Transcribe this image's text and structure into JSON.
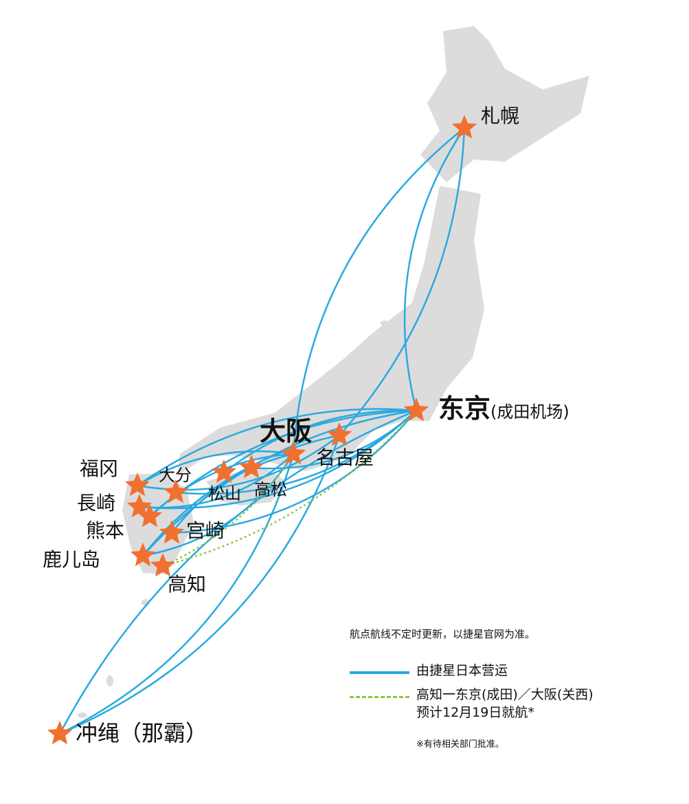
{
  "colors": {
    "land": "#dcdcdc",
    "route": "#29a9e0",
    "planned": "#8dc63f",
    "star": "#f07030"
  },
  "cities": {
    "sapporo": {
      "name": "札幌"
    },
    "tokyo": {
      "name": "东京",
      "sub": "(成田机场)"
    },
    "osaka": {
      "name": "大阪"
    },
    "nagoya": {
      "name": "名古屋"
    },
    "takamatsu": {
      "name": "高松"
    },
    "matsuyama": {
      "name": "松山"
    },
    "fukuoka": {
      "name": "福冈"
    },
    "oita": {
      "name": "大分"
    },
    "nagasaki": {
      "name": "長崎"
    },
    "kumamoto": {
      "name": "熊本"
    },
    "miyazaki": {
      "name": "宫崎"
    },
    "kagoshima": {
      "name": "鹿儿岛"
    },
    "kochi": {
      "name": "高知"
    },
    "okinawa": {
      "name": "冲绳（那霸）"
    }
  },
  "routes": [
    [
      "tokyo",
      "sapporo"
    ],
    [
      "tokyo",
      "fukuoka"
    ],
    [
      "tokyo",
      "nagasaki"
    ],
    [
      "tokyo",
      "kumamoto"
    ],
    [
      "tokyo",
      "miyazaki"
    ],
    [
      "tokyo",
      "kagoshima"
    ],
    [
      "tokyo",
      "oita"
    ],
    [
      "tokyo",
      "matsuyama"
    ],
    [
      "tokyo",
      "takamatsu"
    ],
    [
      "tokyo",
      "okinawa"
    ],
    [
      "osaka",
      "sapporo"
    ],
    [
      "osaka",
      "fukuoka"
    ],
    [
      "osaka",
      "nagasaki"
    ],
    [
      "osaka",
      "kumamoto"
    ],
    [
      "osaka",
      "kagoshima"
    ],
    [
      "osaka",
      "miyazaki"
    ],
    [
      "osaka",
      "okinawa"
    ],
    [
      "nagoya",
      "sapporo"
    ],
    [
      "nagoya",
      "fukuoka"
    ],
    [
      "nagoya",
      "kagoshima"
    ],
    [
      "nagoya",
      "okinawa"
    ]
  ],
  "planned_routes": [
    [
      "kochi",
      "tokyo"
    ],
    [
      "kochi",
      "osaka"
    ]
  ],
  "notice": "航点航线不定时更新，以捷星官网为准。",
  "legend": {
    "operated": "由捷星日本营运",
    "planned_line1": "高知一东京(成田)／大阪(关西)",
    "planned_line2": "预计12月19日就航*",
    "footnote": "※有待相关部门批准。"
  }
}
